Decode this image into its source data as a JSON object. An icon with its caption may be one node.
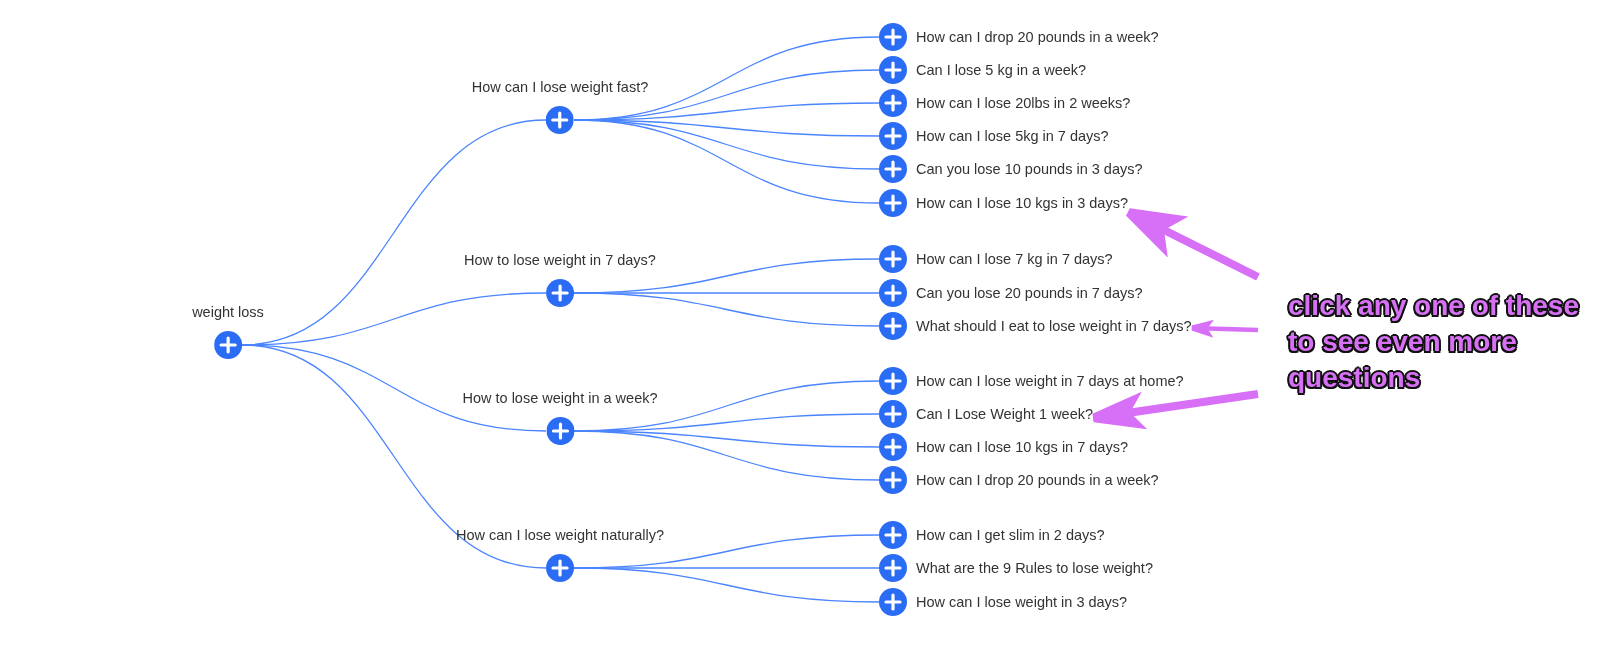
{
  "diagram": {
    "nodes": [
      {
        "text": [
          "weight loss"
        ]
      },
      {
        "text": [
          "How can I lose weight fast?"
        ]
      },
      {
        "text": [
          "How can I drop 20 pounds in a week?"
        ]
      },
      {
        "text": [
          "Can I lose 5 kg in a week?"
        ]
      },
      {
        "text": [
          "How can I lose 20lbs in 2 weeks?"
        ]
      },
      {
        "text": [
          "How can I lose 5kg in 7 days?"
        ]
      },
      {
        "text": [
          "Can you lose 10 pounds in 3 days?"
        ]
      },
      {
        "text": [
          "How can I lose 10 kgs in 3 days?"
        ]
      },
      {
        "text": [
          "How to lose weight in 7 days?"
        ]
      },
      {
        "text": [
          "How can I lose 7 kg in 7 days?"
        ]
      },
      {
        "text": [
          "Can you lose 20 pounds in 7 days?"
        ]
      },
      {
        "text": [
          "What should I eat to lose weight in 7 days?"
        ]
      },
      {
        "text": [
          "How to lose weight in a week?"
        ]
      },
      {
        "text": [
          "How can I lose weight in 7 days at home?"
        ]
      },
      {
        "text": [
          "Can I Lose Weight 1 week?"
        ]
      },
      {
        "text": [
          "How can I lose 10 kgs in 7 days?"
        ]
      },
      {
        "text": [
          "How can I drop 20 pounds in a week?"
        ]
      },
      {
        "text": [
          "How can I lose weight naturally?"
        ]
      },
      {
        "text": [
          "How can I get slim in 2 days?"
        ]
      },
      {
        "text": [
          "What are the 9 Rules to lose weight?"
        ]
      },
      {
        "text": [
          "How can I lose weight in 3 days?"
        ]
      },
      {
        "text": [
          "click any one of these to see even more questions"
        ]
      }
    ],
    "edges": [
      {
        "from": 0,
        "to": 1,
        "arrow": "none"
      },
      {
        "from": 0,
        "to": 8,
        "arrow": "none"
      },
      {
        "from": 0,
        "to": 12,
        "arrow": "none"
      },
      {
        "from": 0,
        "to": 17,
        "arrow": "none"
      },
      {
        "from": 1,
        "to": 2,
        "arrow": "none"
      },
      {
        "from": 1,
        "to": 3,
        "arrow": "none"
      },
      {
        "from": 1,
        "to": 4,
        "arrow": "none"
      },
      {
        "from": 1,
        "to": 5,
        "arrow": "none"
      },
      {
        "from": 1,
        "to": 6,
        "arrow": "none"
      },
      {
        "from": 1,
        "to": 7,
        "arrow": "none"
      },
      {
        "from": 8,
        "to": 9,
        "arrow": "none"
      },
      {
        "from": 8,
        "to": 10,
        "arrow": "none"
      },
      {
        "from": 8,
        "to": 11,
        "arrow": "none"
      },
      {
        "from": 12,
        "to": 13,
        "arrow": "none"
      },
      {
        "from": 12,
        "to": 14,
        "arrow": "none"
      },
      {
        "from": 12,
        "to": 15,
        "arrow": "none"
      },
      {
        "from": 12,
        "to": 16,
        "arrow": "none"
      },
      {
        "from": 17,
        "to": 18,
        "arrow": "none"
      },
      {
        "from": 17,
        "to": 19,
        "arrow": "none"
      },
      {
        "from": 17,
        "to": 20,
        "arrow": "none"
      },
      {
        "from": 21,
        "to": 7,
        "arrow": "to",
        "style": "thick",
        "color": "#d86ff7"
      },
      {
        "from": 21,
        "to": 11,
        "arrow": "to",
        "style": "thick",
        "color": "#d86ff7"
      },
      {
        "from": 21,
        "to": 14,
        "arrow": "to",
        "style": "thick",
        "color": "#d86ff7"
      }
    ]
  }
}
